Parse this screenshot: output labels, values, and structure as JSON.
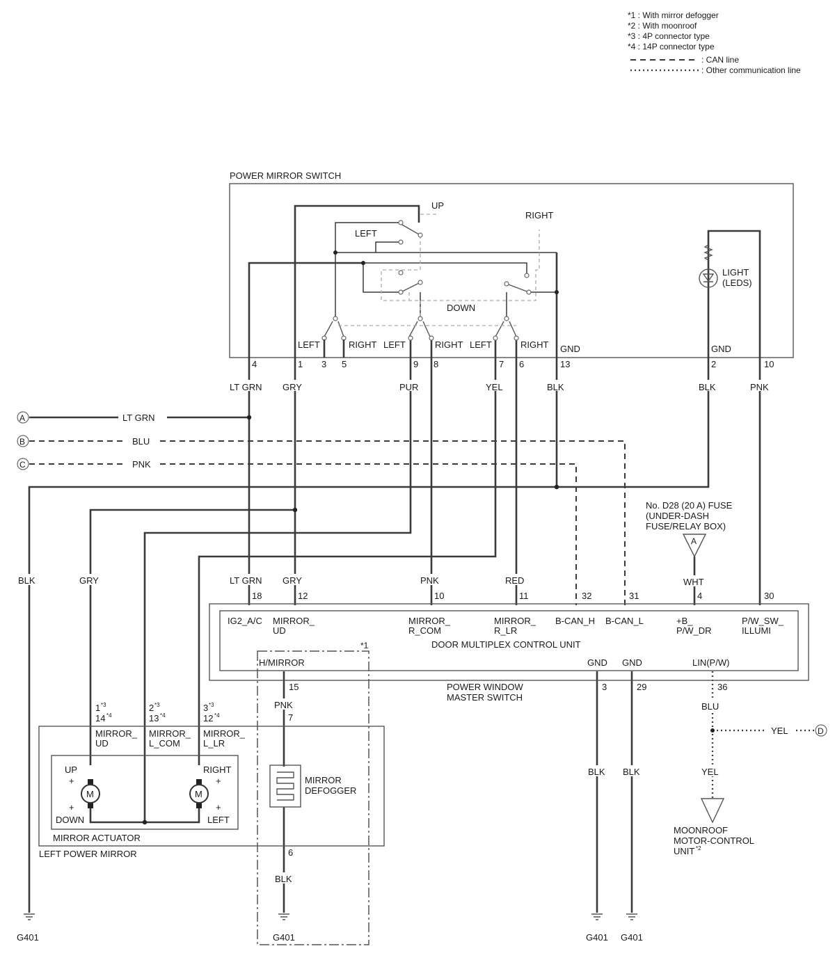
{
  "legend": {
    "n1": "*1 : With mirror defogger",
    "n2": "*2 : With moonroof",
    "n3": "*3 : 4P connector type",
    "n4": "*4 : 14P connector type",
    "can": ": CAN line",
    "other": ": Other communication line"
  },
  "power_mirror_switch": {
    "title": "POWER MIRROR SWITCH",
    "up": "UP",
    "down": "DOWN",
    "left": "LEFT",
    "right": "RIGHT",
    "light_1": "LIGHT",
    "light_2": "(LEDS)",
    "gnd": "GND",
    "pins": {
      "p4": "4",
      "p1": "1",
      "p3": "3",
      "p5": "5",
      "p9": "9",
      "p8": "8",
      "p7": "7",
      "p6": "6",
      "p13": "13",
      "p2": "2",
      "p10": "10"
    }
  },
  "colors": {
    "lt_grn": "LT GRN",
    "gry": "GRY",
    "pur": "PUR",
    "yel": "YEL",
    "blk": "BLK",
    "pnk": "PNK",
    "blu": "BLU",
    "red": "RED",
    "wht": "WHT"
  },
  "connectors": {
    "a": "A",
    "b": "B",
    "c": "C",
    "d": "D"
  },
  "fuse": {
    "l1": "No. D28 (20 A) FUSE",
    "l2": "(UNDER-DASH",
    "l3": "FUSE/RELAY BOX)",
    "marker": "A"
  },
  "dmcu": {
    "title": "DOOR MULTIPLEX CONTROL UNIT",
    "pins": {
      "p18": "18",
      "p12": "12",
      "p10": "10",
      "p11": "11",
      "p32": "32",
      "p31": "31",
      "p4": "4",
      "p30": "30",
      "p15": "15",
      "p3": "3",
      "p29": "29",
      "p36": "36"
    },
    "t_ig2": "IG2_A/C",
    "t_mud_1": "MIRROR_",
    "t_mud_2": "UD",
    "t_rcom_1": "MIRROR_",
    "t_rcom_2": "R_COM",
    "t_rlr_1": "MIRROR_",
    "t_rlr_2": "R_LR",
    "t_bcanh": "B-CAN_H",
    "t_bcanl": "B-CAN_L",
    "t_b_1": "+B_",
    "t_b_2": "P/W_DR",
    "t_pw_1": "P/W_SW_",
    "t_pw_2": "ILLUMI",
    "t_hmirror": "H/MIRROR",
    "t_gnd": "GND",
    "t_lin": "LIN(P/W)"
  },
  "pwms": {
    "l1": "POWER WINDOW",
    "l2": "MASTER SWITCH"
  },
  "left_mirror": {
    "title": "LEFT POWER MIRROR",
    "actuator": "MIRROR ACTUATOR",
    "motor": "M",
    "up": "UP",
    "down": "DOWN",
    "right": "RIGHT",
    "left": "LEFT",
    "plus": "+",
    "pin_ud_a": "1",
    "pin_ud_b": "14",
    "pin_com_a": "2",
    "pin_com_b": "13",
    "pin_lr_a": "3",
    "pin_lr_b": "12",
    "sup3": "*3",
    "sup4": "*4",
    "t_ud_1": "MIRROR_",
    "t_ud_2": "UD",
    "t_com_1": "MIRROR_",
    "t_com_2": "L_COM",
    "t_lr_1": "MIRROR_",
    "t_lr_2": "L_LR"
  },
  "defogger": {
    "note": "*1",
    "pin7": "7",
    "pin6": "6",
    "l1": "MIRROR",
    "l2": "DEFOGGER"
  },
  "moonroof": {
    "l1": "MOONROOF",
    "l2": "MOTOR-CONTROL",
    "l3": "UNIT",
    "sup": "*2"
  },
  "grounds": {
    "g401": "G401"
  }
}
